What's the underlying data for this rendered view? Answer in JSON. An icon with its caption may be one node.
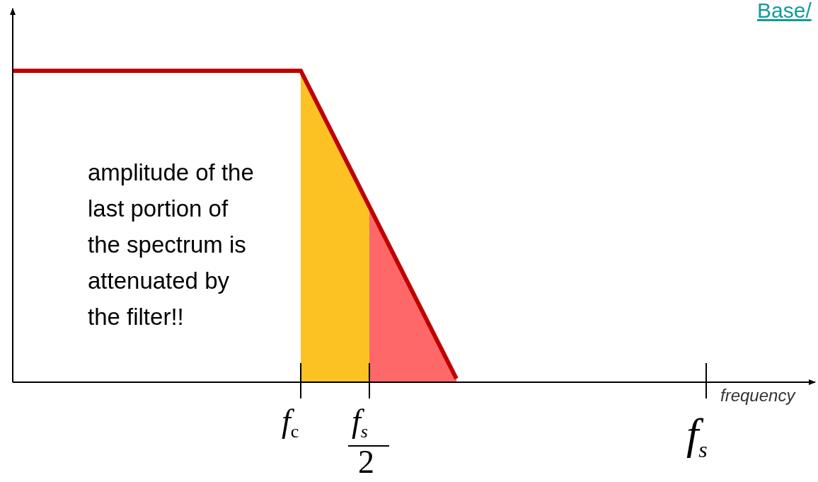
{
  "diagram": {
    "labels": [
      "Base/",
      "amplitude of the last portion of the spectrum is attenuated by the filter!!",
      "frequency",
      "*f*$_{c}$",
      "*f*$_{s}$",
      "2",
      "*f*$_{s}$"
    ]
  }
}
